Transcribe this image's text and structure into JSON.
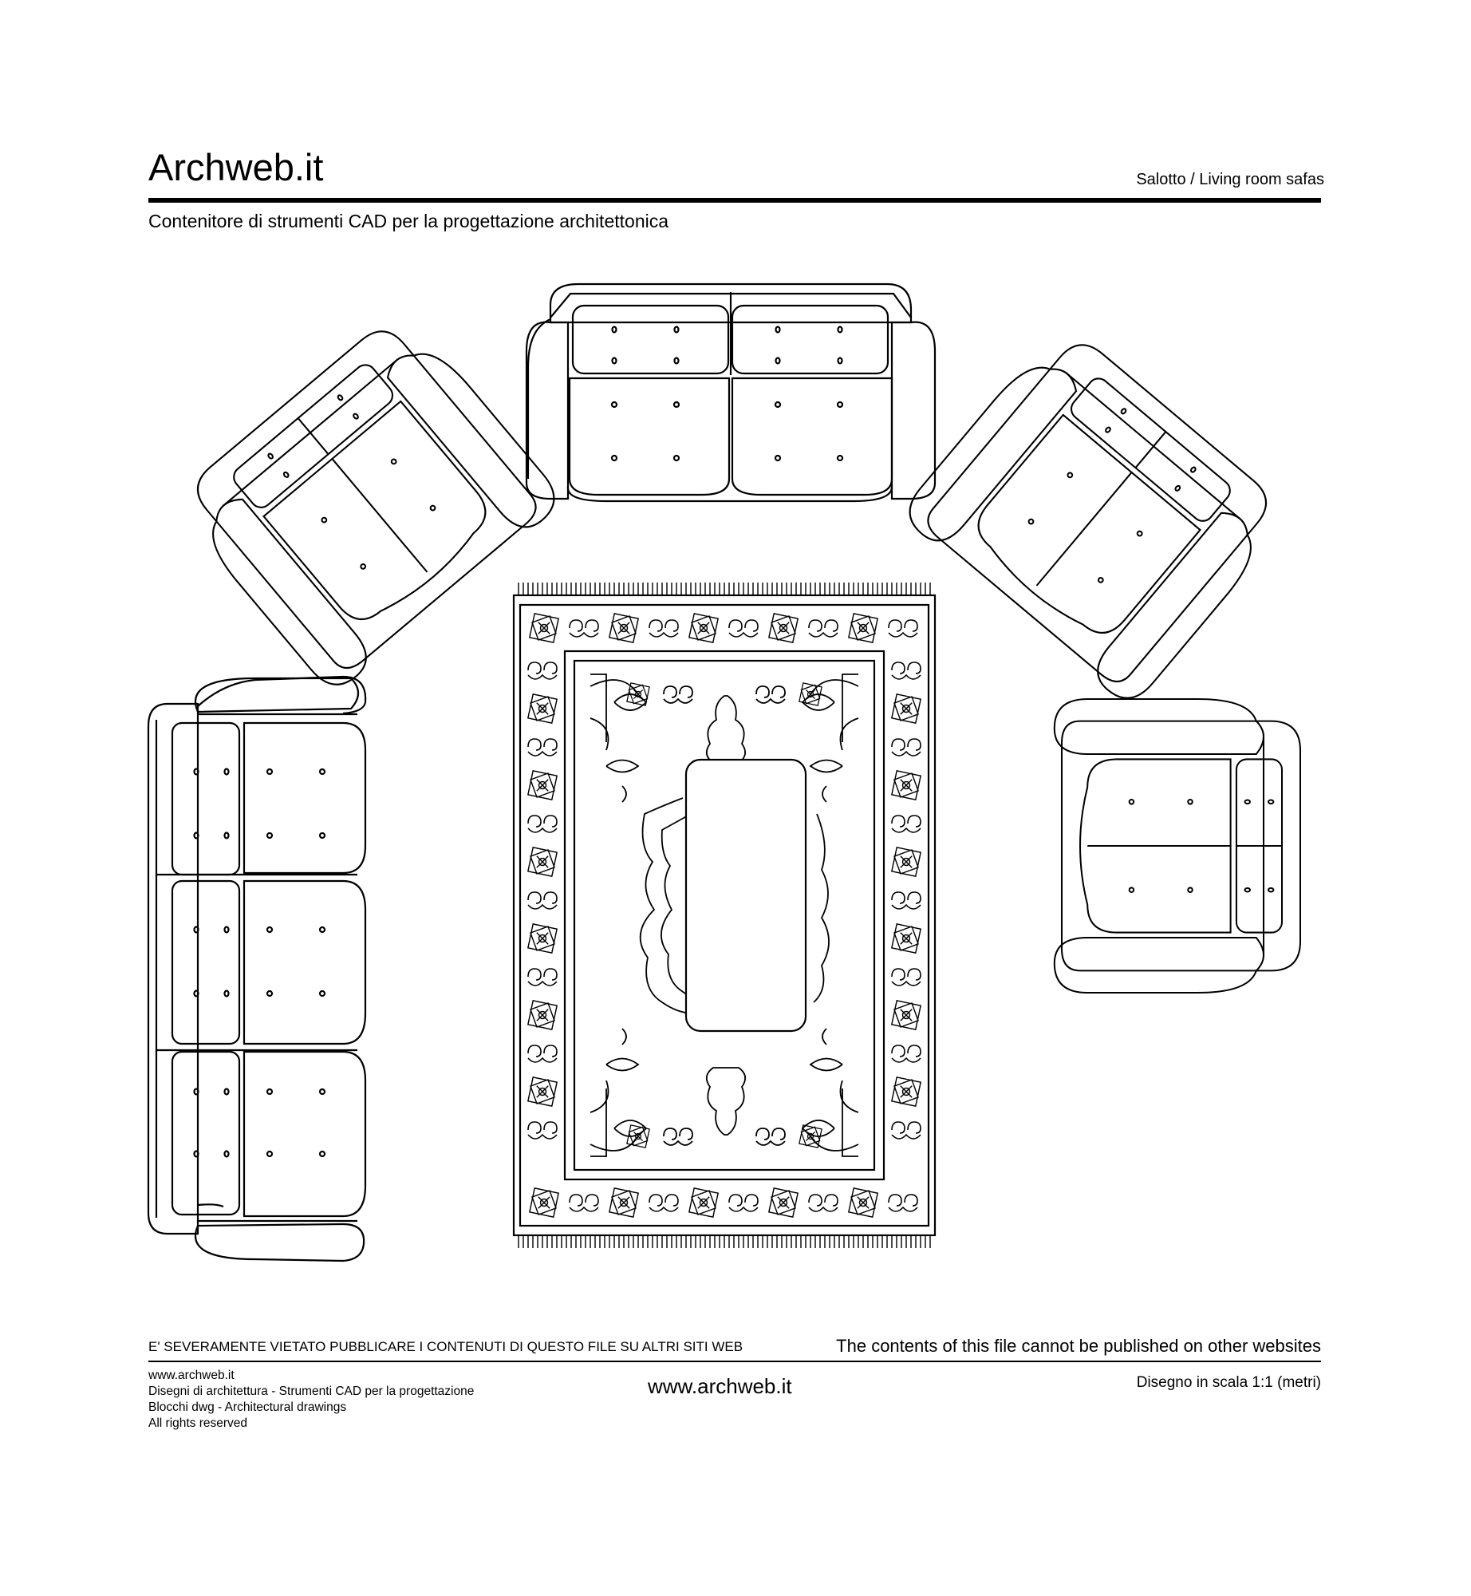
{
  "header": {
    "brand": "Archweb.it",
    "section": "Salotto  /  Living room safas",
    "subtitle": "Contenitore di strumenti CAD per la progettazione architettonica"
  },
  "footer": {
    "warning_it": "E' SEVERAMENTE VIETATO PUBBLICARE I CONTENUTI DI QUESTO FILE SU ALTRI SITI WEB",
    "warning_en": "The contents of this file cannot be published on other websites",
    "info_lines": [
      "www.archweb.it",
      "Disegni di architettura - Strumenti CAD  per la progettazione",
      "Blocchi dwg - Architectural drawings",
      "All rights reserved"
    ],
    "center_url": "www.archweb.it",
    "scale": "Disegno in scala 1:1 (metri)"
  },
  "drawing": {
    "stroke_color": "#000000",
    "background_color": "#ffffff",
    "objects": [
      "sofa-top",
      "sofa-left",
      "armchair-top-left",
      "armchair-top-right",
      "armchair-right",
      "rug",
      "coffee-table"
    ]
  }
}
